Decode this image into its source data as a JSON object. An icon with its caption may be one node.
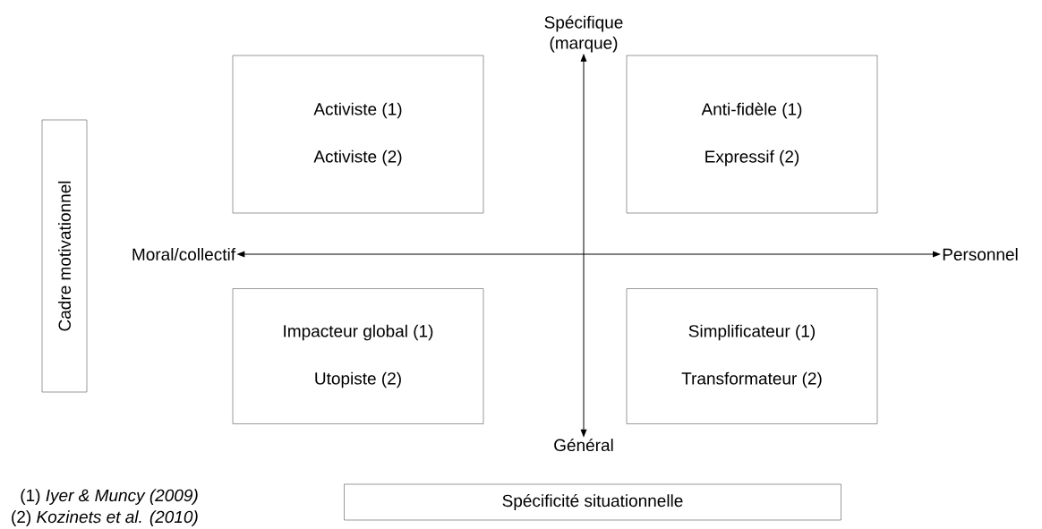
{
  "diagram": {
    "nodes": [
      {
        "text": [
          "Activiste (1)",
          "Activiste (2)"
        ]
      },
      {
        "text": [
          "Anti-fidèle (1)",
          "Expressif (2)"
        ]
      },
      {
        "text": [
          "Impacteur global (1)",
          "Utopiste (2)"
        ]
      },
      {
        "text": [
          "Simplificateur (1)",
          "Transformateur (2)"
        ]
      },
      {
        "text": [
          "Cadre motivationnel"
        ]
      },
      {
        "text": [
          "Spécificité situationnelle"
        ]
      },
      {
        "text": [
          "Spécifique (marque)"
        ]
      },
      {
        "text": [
          "Général"
        ]
      },
      {
        "text": [
          "Moral/collectif"
        ]
      },
      {
        "text": [
          "Personnel"
        ]
      }
    ],
    "edges": [
      {
        "from": 8,
        "to": 9,
        "arrow": "both"
      },
      {
        "from": 6,
        "to": 7,
        "arrow": "both"
      }
    ],
    "labels": [
      "(1) *Iyer & Muncy (2009)*",
      "(2) *Kozinets et al. (2010)*"
    ]
  }
}
